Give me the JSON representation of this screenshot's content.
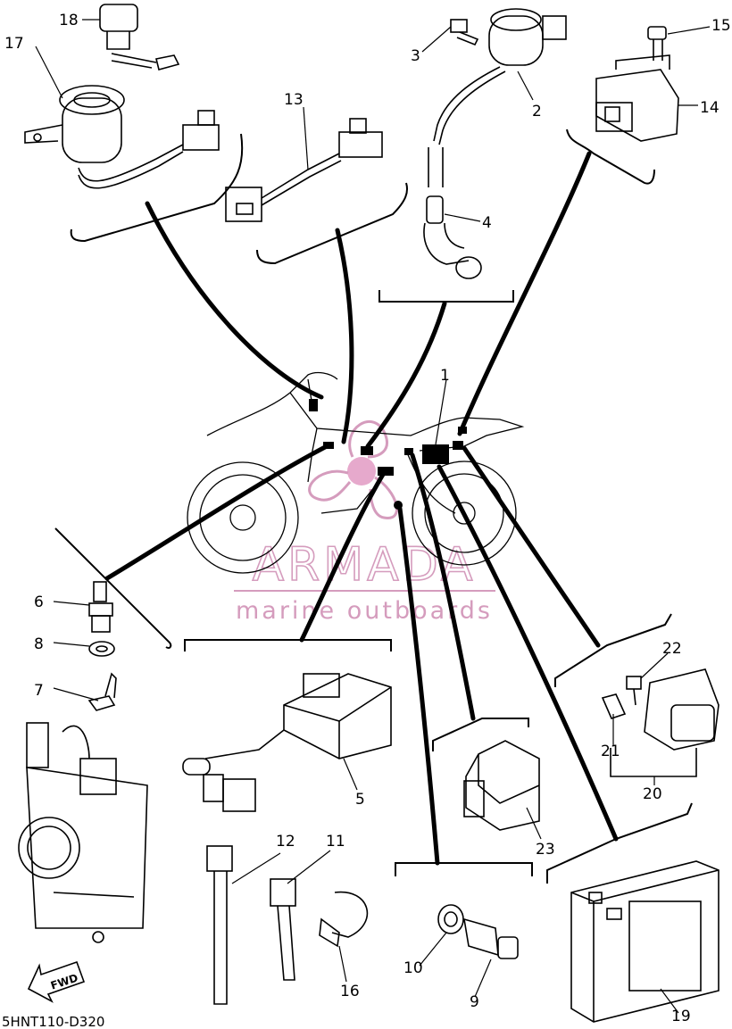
{
  "diagram_code": "5HNT110-D320",
  "fwd_label": "FWD",
  "watermark": {
    "title": "ARMADA",
    "subtitle": "marine outboards",
    "color": "#d59cbd"
  },
  "parts": [
    {
      "ref": "1"
    },
    {
      "ref": "2"
    },
    {
      "ref": "3"
    },
    {
      "ref": "4"
    },
    {
      "ref": "5"
    },
    {
      "ref": "6"
    },
    {
      "ref": "7"
    },
    {
      "ref": "8"
    },
    {
      "ref": "9"
    },
    {
      "ref": "10"
    },
    {
      "ref": "11"
    },
    {
      "ref": "12"
    },
    {
      "ref": "13"
    },
    {
      "ref": "14"
    },
    {
      "ref": "15"
    },
    {
      "ref": "16"
    },
    {
      "ref": "17"
    },
    {
      "ref": "18"
    },
    {
      "ref": "19"
    },
    {
      "ref": "20"
    },
    {
      "ref": "21"
    },
    {
      "ref": "22"
    },
    {
      "ref": "23"
    }
  ]
}
